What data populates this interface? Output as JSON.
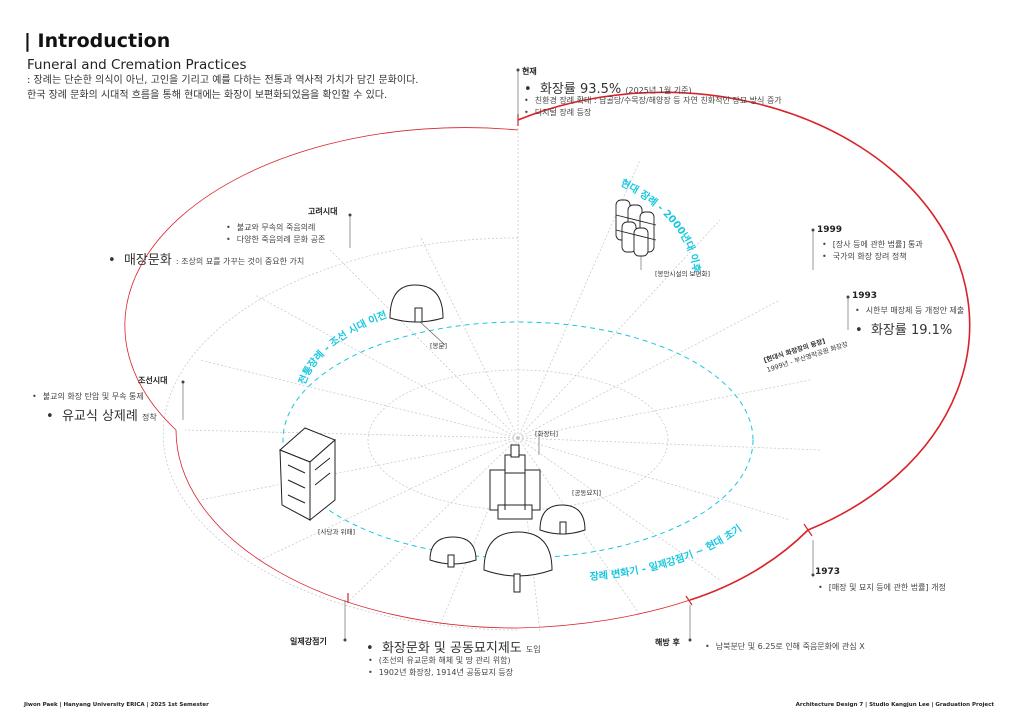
{
  "header": {
    "title": "| Introduction",
    "subtitle": "Funeral and Cremation Practices",
    "intro_line1": ": 장례는 단순한 의식이 아닌, 고인을 기리고 예를 다하는 전통과 역사적 가치가 담긴 문화이다.",
    "intro_line2": "한국 장례 문화의 시대적 흐름을 통해 현대에는 화장이 보편화되었음을 확인할 수 있다."
  },
  "eras": {
    "present": {
      "label": "현재",
      "headline": "화장률 93.5%",
      "headline_note": "(2025년 1월 기준)",
      "items": [
        "친환경 장례 확대 : 납골당/수목장/해양장 등 자연 친화적인 장묘 방식 증가",
        "디지털 장례 등장"
      ]
    },
    "goryeo": {
      "label": "고려시대",
      "items": [
        "불교와 무속의 죽음의례",
        "다양한 죽음의례 문화 공존"
      ],
      "headline": "매장문화",
      "headline_note": ": 조상의 묘를 가꾸는 것이 중요한 가치"
    },
    "joseon": {
      "label": "조선시대",
      "items": [
        "불교의 화장 탄압 및 무속 통제"
      ],
      "headline": "유교식 상제례",
      "headline_note": "정착"
    },
    "y1999": {
      "label": "1999",
      "items": [
        "[장사 등에 관한 법률] 통과",
        "국가의 화장 장려 정책"
      ]
    },
    "y1993": {
      "label": "1993",
      "items": [
        "시한부 매장제 등 개정안 제출"
      ],
      "headline": "화장률 19.1%"
    },
    "y1973": {
      "label": "1973",
      "items": [
        "[매장 및 묘지 등에 관한 법률] 개정"
      ]
    },
    "colonial": {
      "label": "일제강점기",
      "headline": "화장문화 및 공동묘지제도",
      "headline_note": "도입",
      "items": [
        "(조선의 유교문화 해체 및 땅 관리 위함)",
        "1902년 화장장, 1914년 공동묘지 등장"
      ]
    },
    "liberation": {
      "label": "해방 후",
      "items": [
        "남북분단 및 6.25로 인해 죽음문화에 관심 X"
      ]
    }
  },
  "building_labels": {
    "bongbun": "[봉분]",
    "sadang": "[사당과 위패]",
    "hwajangteo": "[화장터]",
    "gongdong": "[공동묘지]",
    "bongan": "[봉안시설의 보편화]",
    "modern_title": "[현대식 화장장의 등장]",
    "modern_sub": "1999년 - 부산영락공원 화장장"
  },
  "arc_labels": {
    "burial": "전통장례 - 조선 시대 이전",
    "modern": "현대 장례 - 2000년대 이후",
    "colonial": "장례 변화기 - 일제강점기 ~ 현대 초기"
  },
  "footer": {
    "left": "Jiwon Paek | Hanyang University ERICA | 2025 1st Semester",
    "right": "Architecture Design 7 | Studio Kangjun Lee | Graduation Project"
  },
  "colors": {
    "accent_red": "#d8232a",
    "accent_cyan": "#18c7e0",
    "guide": "#b5b5b5"
  }
}
